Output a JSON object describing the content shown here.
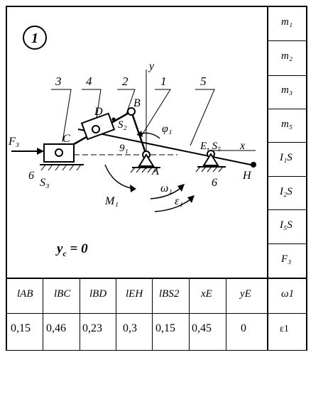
{
  "scheme": {
    "number": "1",
    "condition_var": "y",
    "condition_sub": "c",
    "condition_val": " = 0"
  },
  "diagram_labels": {
    "y_axis": "y",
    "x_axis": "x",
    "link1": "1",
    "link2": "2",
    "link3": "3",
    "link4": "4",
    "link5": "5",
    "ground_6a": "6",
    "ground_6b": "6",
    "point_B": "B",
    "point_D": "D",
    "point_C": "C",
    "point_A": "A",
    "point_E": "E",
    "point_H": "H",
    "S2": "S₂",
    "S3": "S₃",
    "S5": "S₅",
    "ES5": "E, S₅",
    "F3": "F₃",
    "M1": "M₁",
    "omega1": "ω₁",
    "eps1": "ε₁",
    "phi1": "φ₁",
    "g1": "9₁"
  },
  "right_column": [
    "m₁",
    "m₂",
    "m₃",
    "m₅",
    "I₁S",
    "I₂S",
    "I₅S",
    "F₃"
  ],
  "bottom_headers": [
    "l_AB",
    "l_BC",
    "l_BD",
    "l_EH",
    "l_BS2",
    "x_E",
    "y_E",
    "ω₁"
  ],
  "bottom_headers_display": [
    "lAB",
    "lBC",
    "lBD",
    "lEH",
    "lBS2",
    "xE",
    "yE",
    "ω1"
  ],
  "bottom_values": [
    "0,15",
    "0,46",
    "0,23",
    "0,3",
    "0,15",
    "0,45",
    "0",
    "ε1"
  ]
}
